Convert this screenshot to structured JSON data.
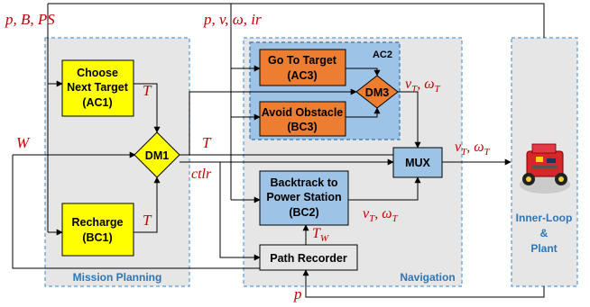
{
  "groups": {
    "mission_planning": "Mission Planning",
    "navigation": "Navigation",
    "plant_line1": "Inner-Loop",
    "plant_line2": "&",
    "plant_line3": "Plant",
    "ac2": "AC2"
  },
  "blocks": {
    "choose_line1": "Choose",
    "choose_line2": "Next Target",
    "choose_line3": "(AC1)",
    "recharge_line1": "Recharge",
    "recharge_line2": "(BC1)",
    "dm1": "DM1",
    "dm3": "DM3",
    "goto_line1": "Go To Target",
    "goto_line2": "(AC3)",
    "avoid_line1": "Avoid Obstacle",
    "avoid_line2": "(BC3)",
    "backtrack_line1": "Backtrack to",
    "backtrack_line2": "Power Station",
    "backtrack_line3": "(BC2)",
    "mux": "MUX",
    "path_recorder": "Path Recorder"
  },
  "signals": {
    "p_b_ps": "p, B, PS",
    "p_v_w_ir": "p, v, ω, ir",
    "w": "W",
    "t_choose": "T",
    "t_recharge": "T",
    "t_dm1": "T",
    "ctlr": "ctlr",
    "vt_wt_dm3": "v",
    "vt_wt_dm3_sub": "T",
    "vt_wt_dm3_rest": ", ω",
    "vt_wt_dm3_sub2": "T",
    "vt_wt_bt": "v",
    "vt_wt_bt_sub": "T",
    "vt_wt_bt_rest": ", ω",
    "vt_wt_bt_sub2": "T",
    "vt_wt_out": "v",
    "vt_wt_out_sub": "T",
    "vt_wt_out_rest": ", ω",
    "vt_wt_out_sub2": "T",
    "tw": "T",
    "tw_sub": "W",
    "p_bottom": "p"
  },
  "colors": {
    "group_fill": "#e7e6e6",
    "group_border": "#5b9bd5",
    "yellow": "#ffff00",
    "orange": "#ed7d31",
    "blue_block": "#9dc3e6",
    "ac2_fill": "#9dc3e6",
    "signal_text": "#c00000"
  }
}
